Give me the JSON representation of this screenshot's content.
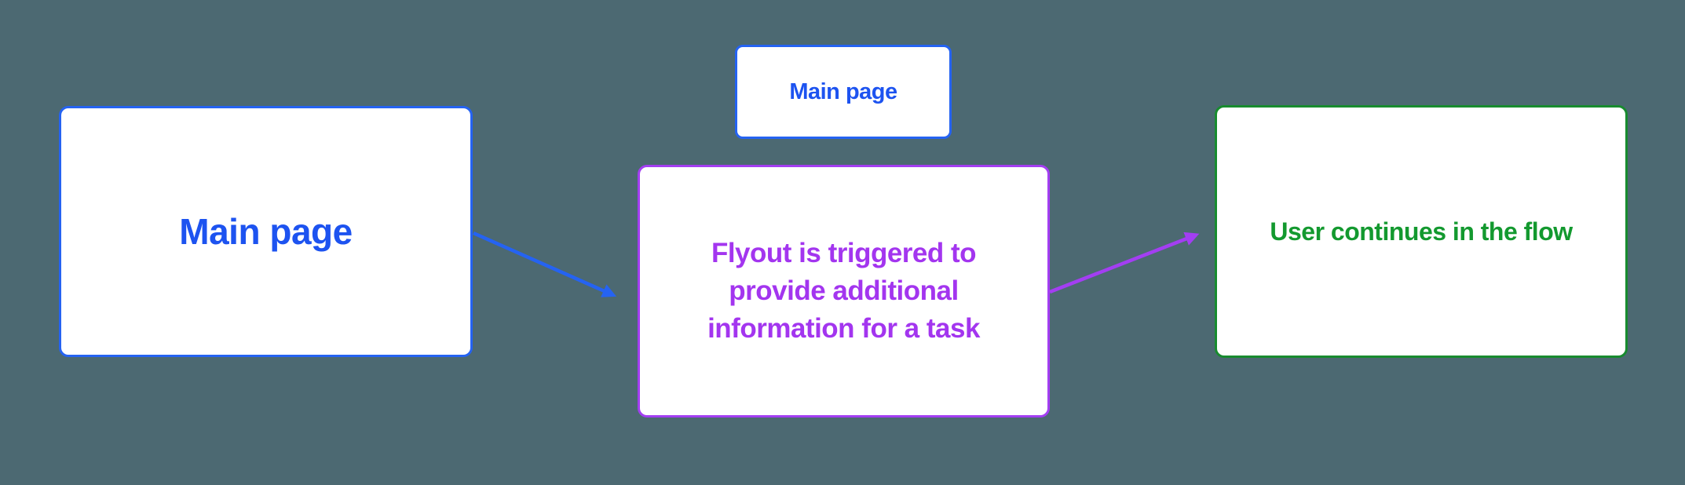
{
  "canvas": {
    "background_color": "#4C6972"
  },
  "nodes": {
    "main_page_large": {
      "label": "Main page",
      "text_color": "#1D53F0",
      "border_color": "#2563F2",
      "fill_color": "#FFFFFF"
    },
    "main_page_small": {
      "label": "Main page",
      "text_color": "#1D53F0",
      "border_color": "#2563F2",
      "fill_color": "#FFFFFF"
    },
    "flyout": {
      "lines": [
        "Flyout is triggered to",
        "provide additional",
        "information for a task"
      ],
      "text_color": "#A335EF",
      "border_color": "#A33EF2",
      "fill_color": "#FFFFFF"
    },
    "user_continues": {
      "label": "User continues in the flow",
      "text_color": "#13992F",
      "border_color": "#188B2F",
      "fill_color": "#FFFFFF"
    }
  },
  "connectors": {
    "main_to_flyout": {
      "from": "main_page_large",
      "to": "flyout",
      "color": "#2563F2",
      "style": "straight-arrow"
    },
    "flyout_to_continue": {
      "from": "flyout",
      "to": "user_continues",
      "color": "#A33EF2",
      "style": "straight-arrow"
    }
  }
}
